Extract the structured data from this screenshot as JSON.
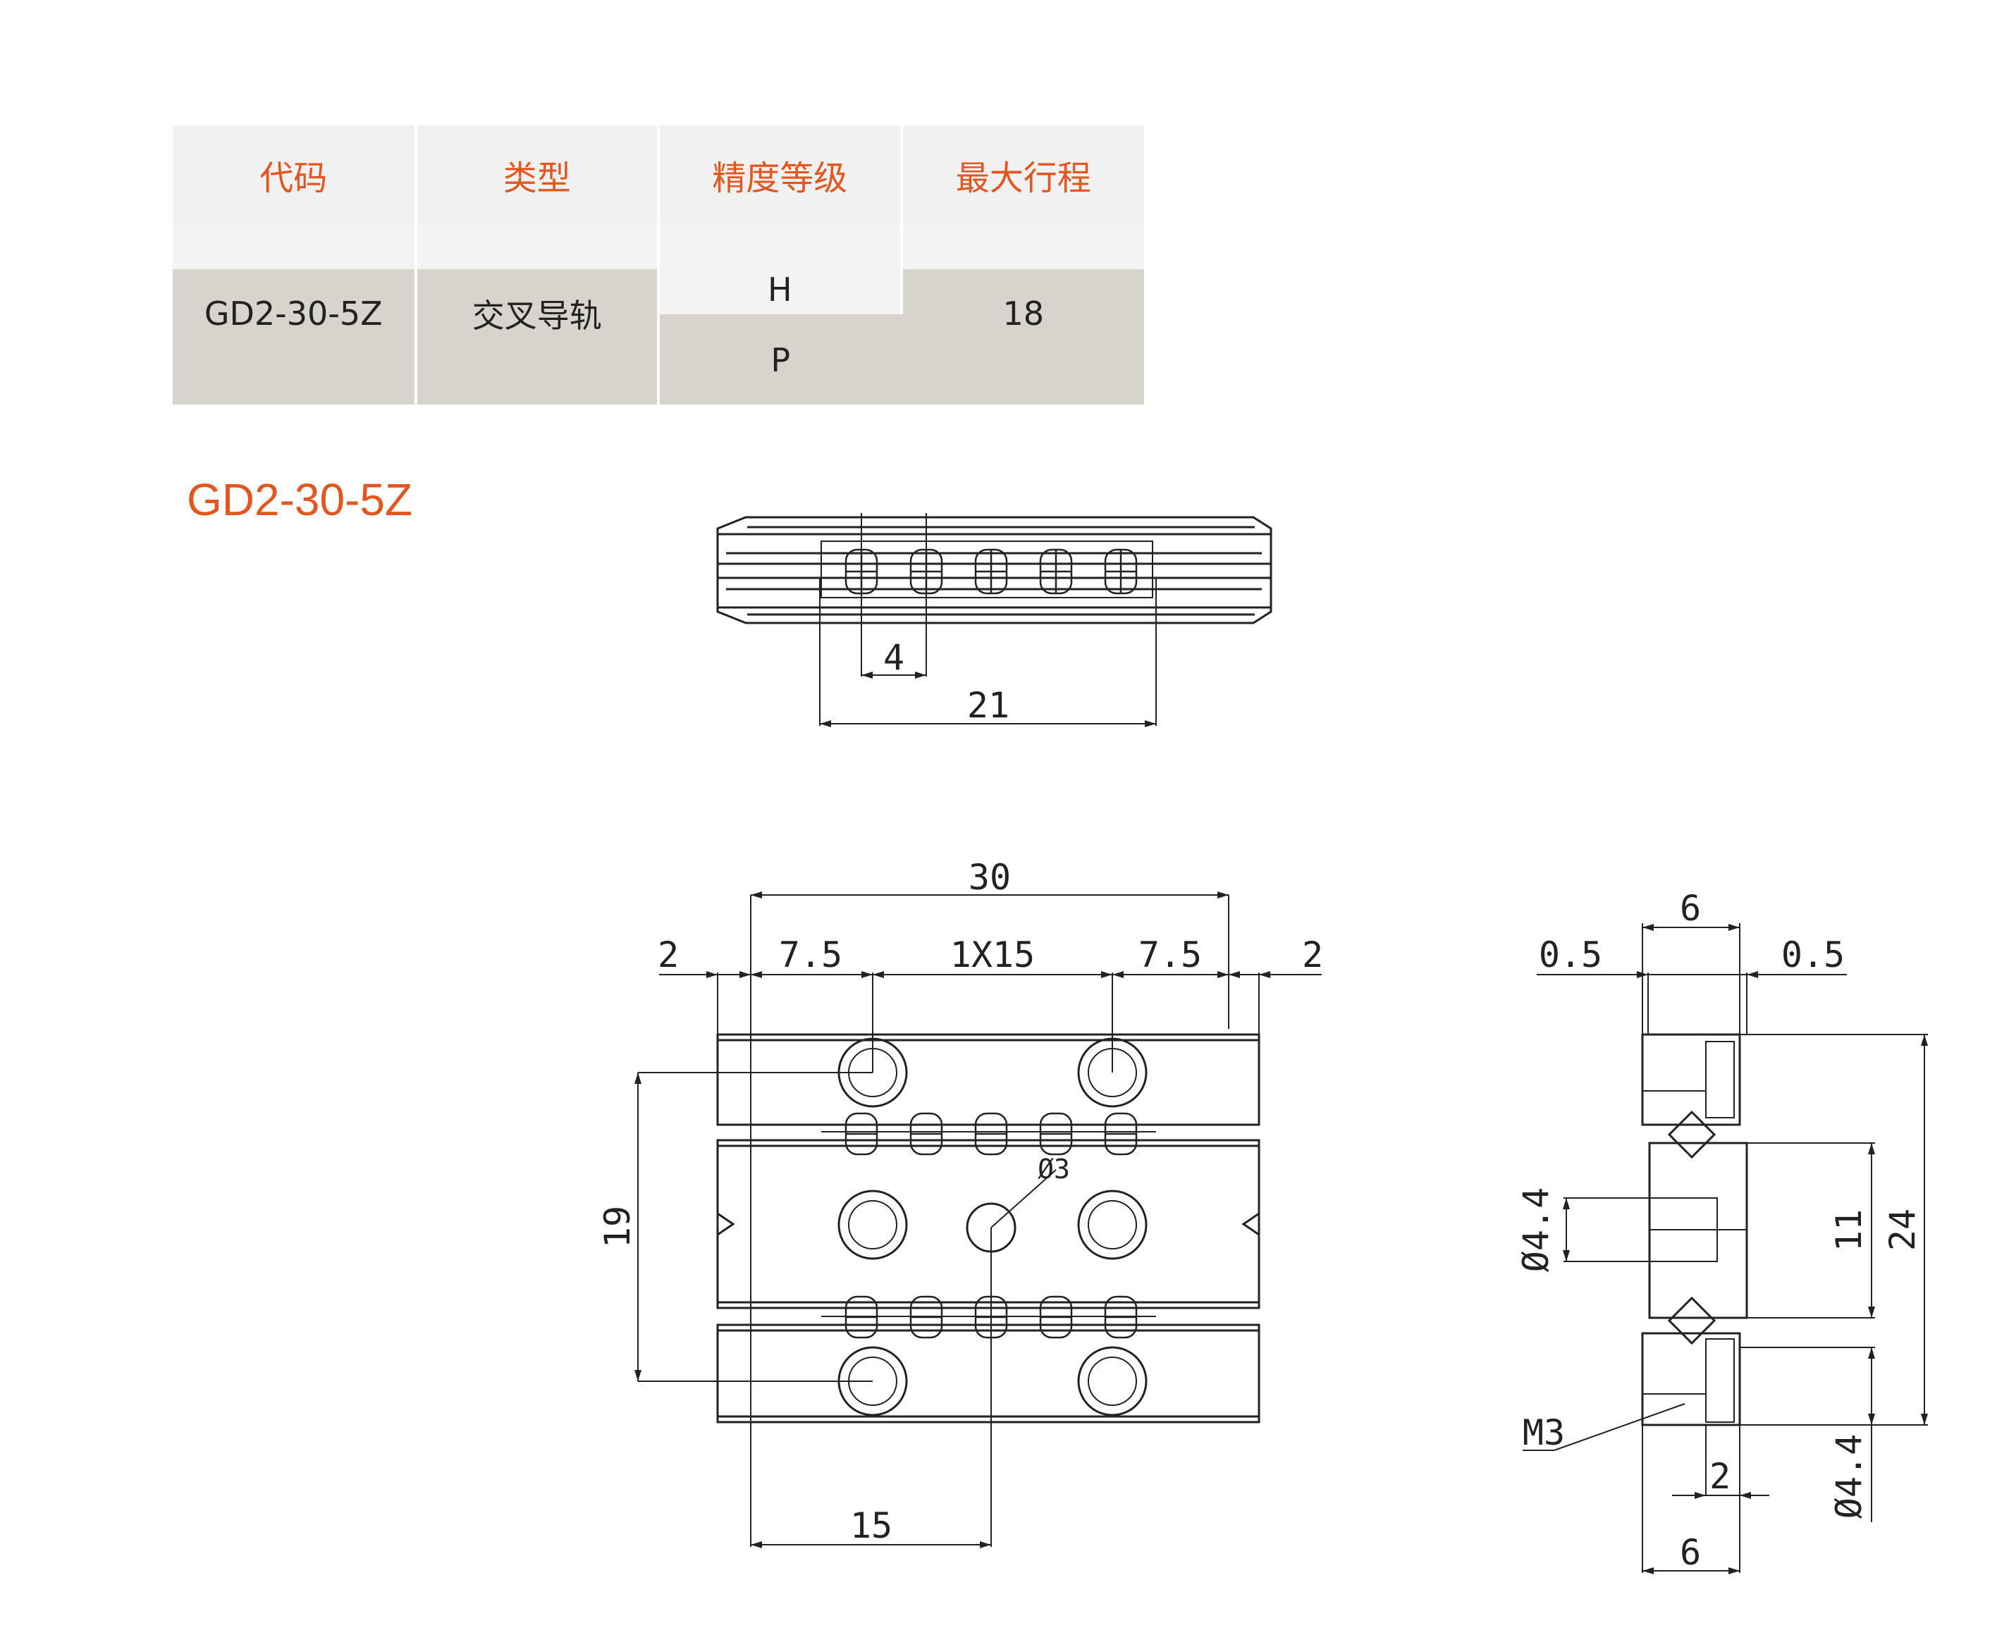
{
  "table": {
    "headers": [
      "代码",
      "类型",
      "精度等级",
      "最大行程"
    ],
    "code": "GD2-30-5Z",
    "type": "交叉导轨",
    "precision": [
      "H",
      "P"
    ],
    "max_stroke": "18"
  },
  "model_title": "GD2-30-5Z",
  "dims": {
    "top_view": [
      "4",
      "21"
    ],
    "front_view": [
      "30",
      "2",
      "7.5",
      "1X15",
      "7.5",
      "2",
      "19",
      "Ø3",
      "15"
    ],
    "side_view": [
      "6",
      "0.5",
      "0.5",
      "Ø4.4",
      "11",
      "24",
      "M3",
      "2",
      "Ø4.4",
      "6"
    ]
  },
  "colors": {
    "accent": "#e2571f",
    "row_band": "#d7d4cd",
    "line": "#222222"
  }
}
